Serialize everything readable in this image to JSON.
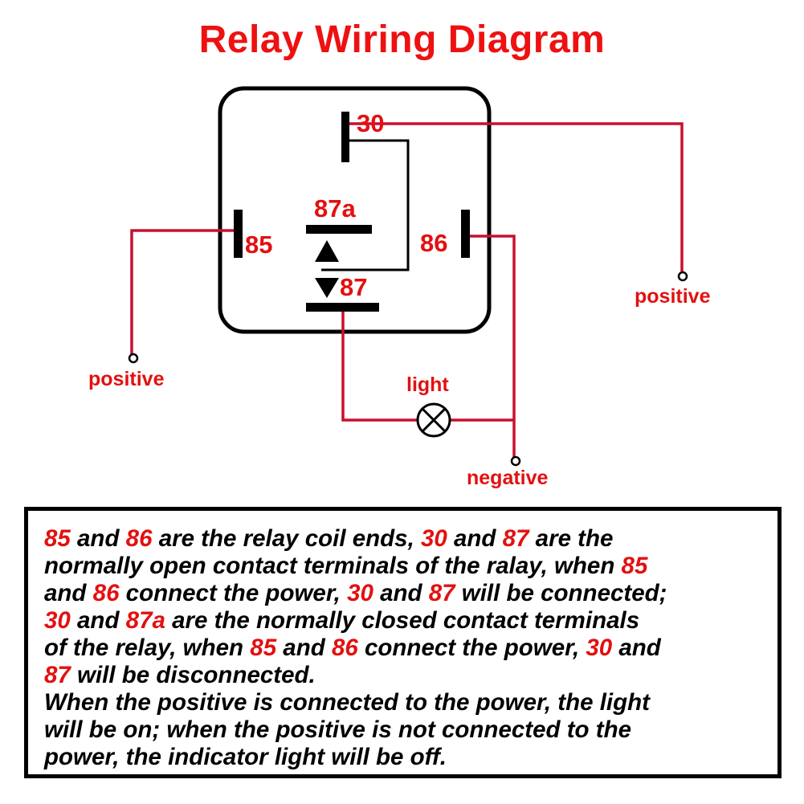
{
  "title": "Relay Wiring Diagram",
  "colors": {
    "title": "#ee1111",
    "wire": "#c8102e",
    "label": "#e31010",
    "component": "#000000"
  },
  "diagram": {
    "terminals": {
      "t30": "30",
      "t85": "85",
      "t86": "86",
      "t87": "87",
      "t87a": "87a"
    },
    "labels": {
      "positive_left": "positive",
      "positive_right": "positive",
      "negative": "negative",
      "light": "light"
    },
    "symbols": {
      "lamp": "lamp-icon",
      "arrow_up": "triangle-up",
      "arrow_down": "triangle-down",
      "terminal_point": "open-circle"
    }
  },
  "description": {
    "lines": [
      [
        {
          "t": "85",
          "hl": true
        },
        {
          "t": " and ",
          "hl": false
        },
        {
          "t": "86",
          "hl": true
        },
        {
          "t": " are the relay coil ends, ",
          "hl": false
        },
        {
          "t": "30",
          "hl": true
        },
        {
          "t": " and ",
          "hl": false
        },
        {
          "t": "87",
          "hl": true
        },
        {
          "t": " are the",
          "hl": false
        }
      ],
      [
        {
          "t": "normally open contact terminals of the ralay, when ",
          "hl": false
        },
        {
          "t": "85",
          "hl": true
        }
      ],
      [
        {
          "t": "and ",
          "hl": false
        },
        {
          "t": "86",
          "hl": true
        },
        {
          "t": " connect the power, ",
          "hl": false
        },
        {
          "t": "30",
          "hl": true
        },
        {
          "t": " and ",
          "hl": false
        },
        {
          "t": "87",
          "hl": true
        },
        {
          "t": " will be connected;",
          "hl": false
        }
      ],
      [
        {
          "t": "30",
          "hl": true
        },
        {
          "t": " and ",
          "hl": false
        },
        {
          "t": "87a",
          "hl": true
        },
        {
          "t": " are the normally closed contact terminals",
          "hl": false
        }
      ],
      [
        {
          "t": "of the relay, when ",
          "hl": false
        },
        {
          "t": "85",
          "hl": true
        },
        {
          "t": " and ",
          "hl": false
        },
        {
          "t": "86",
          "hl": true
        },
        {
          "t": " connect the power, ",
          "hl": false
        },
        {
          "t": "30",
          "hl": true
        },
        {
          "t": " and",
          "hl": false
        }
      ],
      [
        {
          "t": "87",
          "hl": true
        },
        {
          "t": " will be disconnected.",
          "hl": false
        }
      ],
      [
        {
          "t": "When the positive is connected to the power, the light",
          "hl": false
        }
      ],
      [
        {
          "t": "will be on; when the positive is not connected to the",
          "hl": false
        }
      ],
      [
        {
          "t": "power, the indicator light will be off.",
          "hl": false
        }
      ]
    ]
  }
}
